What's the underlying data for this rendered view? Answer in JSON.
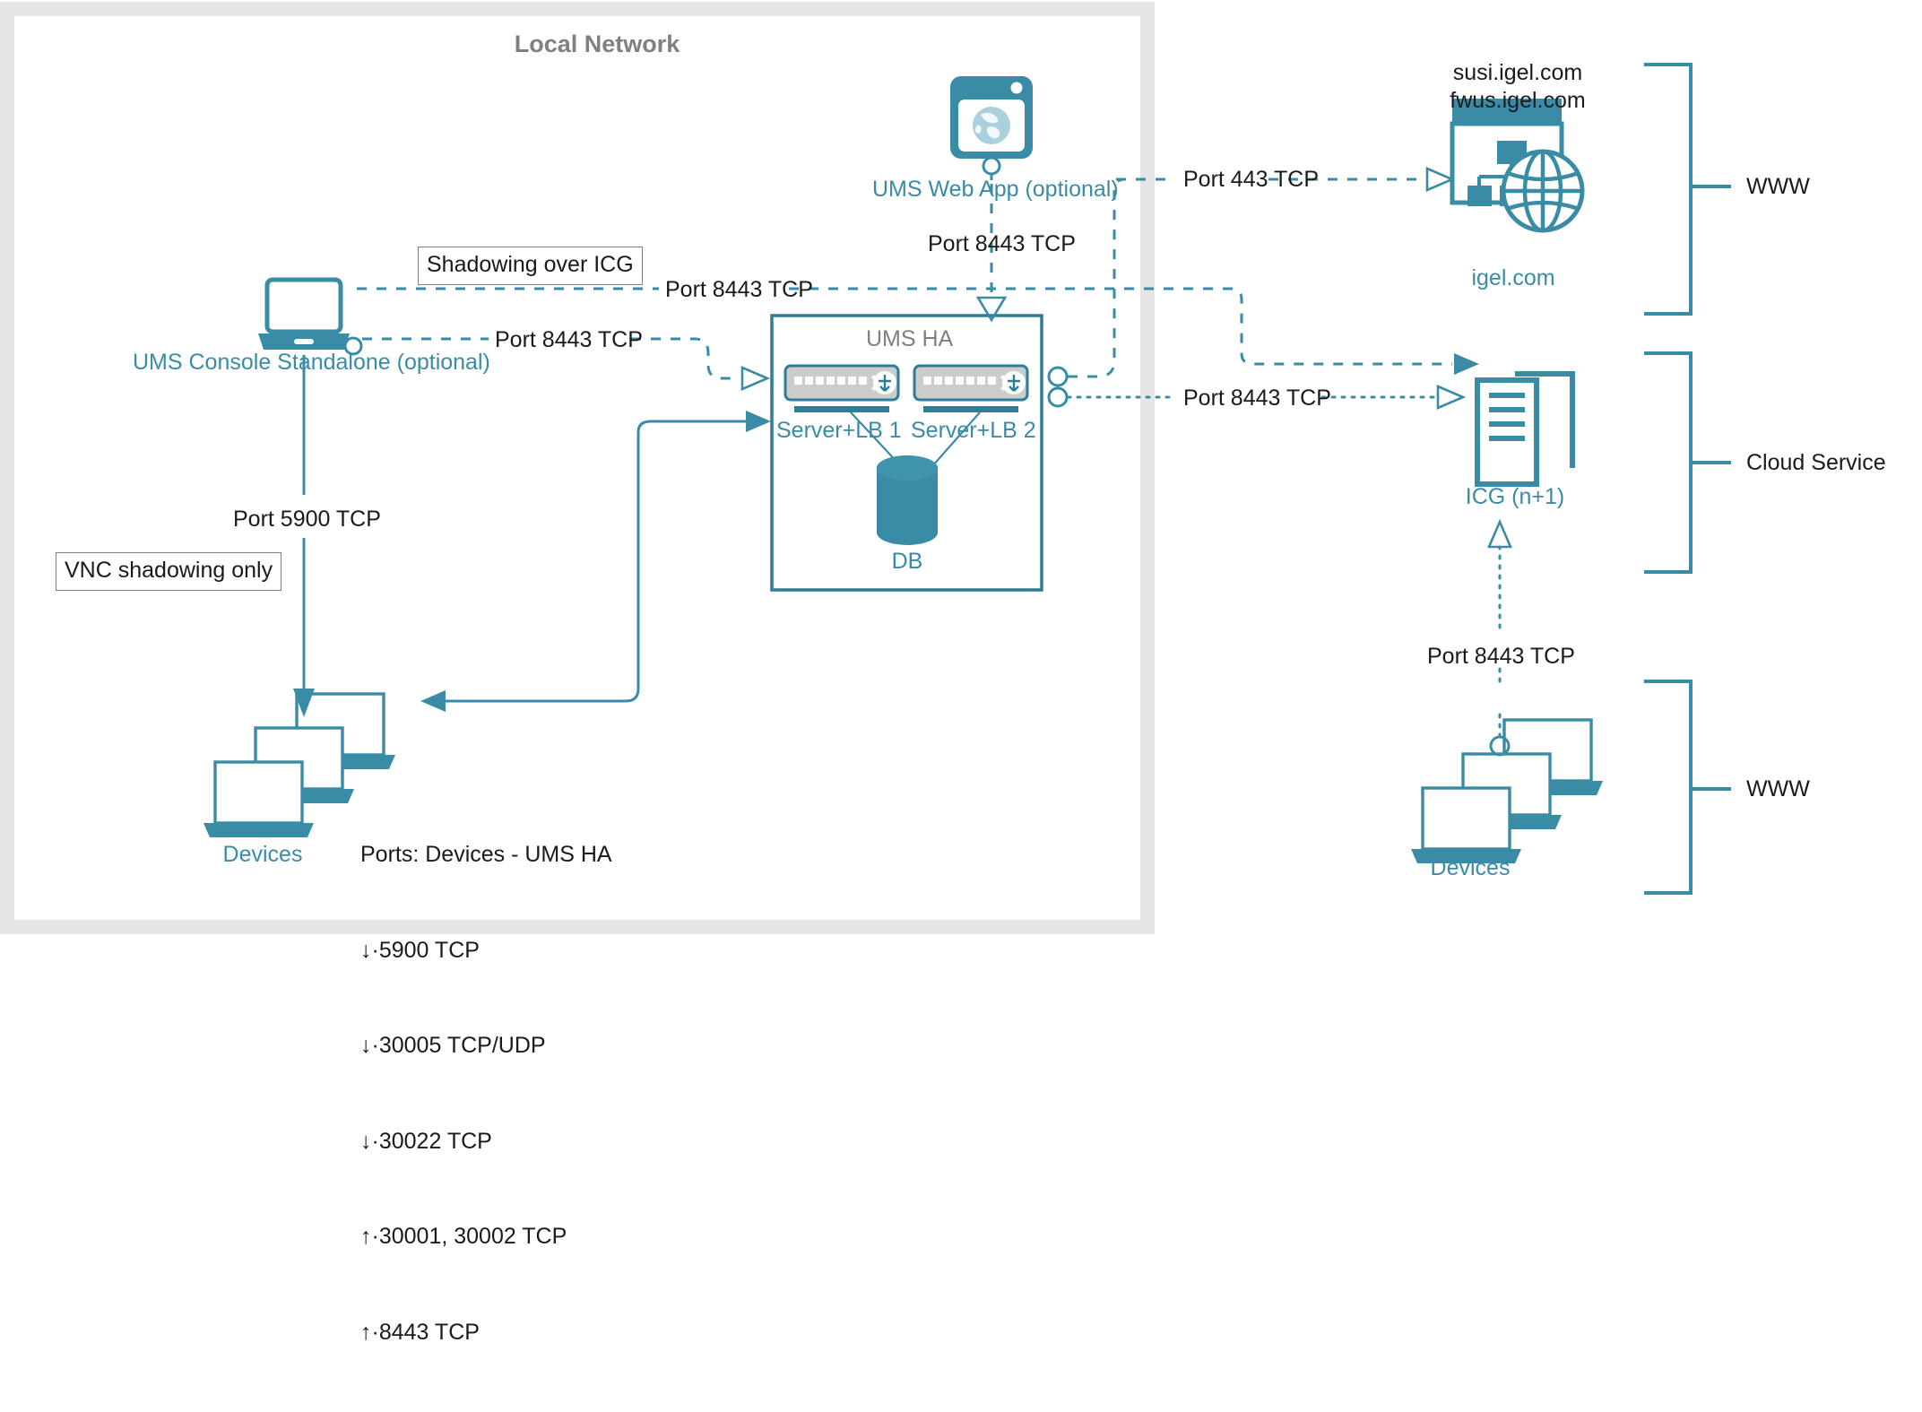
{
  "diagram": {
    "title": "Local Network",
    "frame_color": "#e6e6e6",
    "accent_color": "#3a8ba6",
    "text_color": "#1a1a1a",
    "gray_text_color": "#808080"
  },
  "nodes": {
    "ums_web_app": {
      "label": "UMS Web App (optional)",
      "icon": "browser-globe-icon"
    },
    "ums_console": {
      "label": "UMS Console Standalone (optional)",
      "icon": "laptop-icon"
    },
    "ums_ha": {
      "title": "UMS HA",
      "server1": "Server+LB 1",
      "server2": "Server+LB 2",
      "db": "DB",
      "server_icon": "rack-server-icon",
      "db_icon": "database-cylinder-icon"
    },
    "igel_com": {
      "hosts_line1": "susi.igel.com",
      "hosts_line2": "fwus.igel.com",
      "label": "igel.com",
      "icon": "website-globe-icon"
    },
    "icg": {
      "label": "ICG (n+1)",
      "icon": "server-tower-icon"
    },
    "devices_left": {
      "label": "Devices",
      "icon": "laptops-stack-icon"
    },
    "devices_right": {
      "label": "Devices",
      "icon": "laptops-stack-icon"
    }
  },
  "annotations": {
    "shadowing_over_icg": "Shadowing over ICG",
    "vnc_shadowing_only": "VNC shadowing only",
    "ports_heading": "Ports: Devices - UMS HA",
    "ports_items": [
      "↓·5900 TCP",
      "↓·30005 TCP/UDP",
      "↓·30022 TCP",
      "↑·30001, 30002 TCP",
      "↑·8443 TCP"
    ]
  },
  "edge_labels": {
    "webapp_to_igel": "Port 443 TCP",
    "webapp_to_ha": "Port 8443 TCP",
    "console_shadowing": "Port 8443 TCP",
    "console_to_ha": "Port 8443 TCP",
    "ha_to_icg": "Port 8443 TCP",
    "console_to_devices": "Port 5900 TCP",
    "devices_to_icg": "Port 8443 TCP"
  },
  "zones": [
    {
      "key": "www_top",
      "label": "WWW"
    },
    {
      "key": "cloud_service",
      "label": "Cloud Service"
    },
    {
      "key": "www_bottom",
      "label": "WWW"
    }
  ]
}
